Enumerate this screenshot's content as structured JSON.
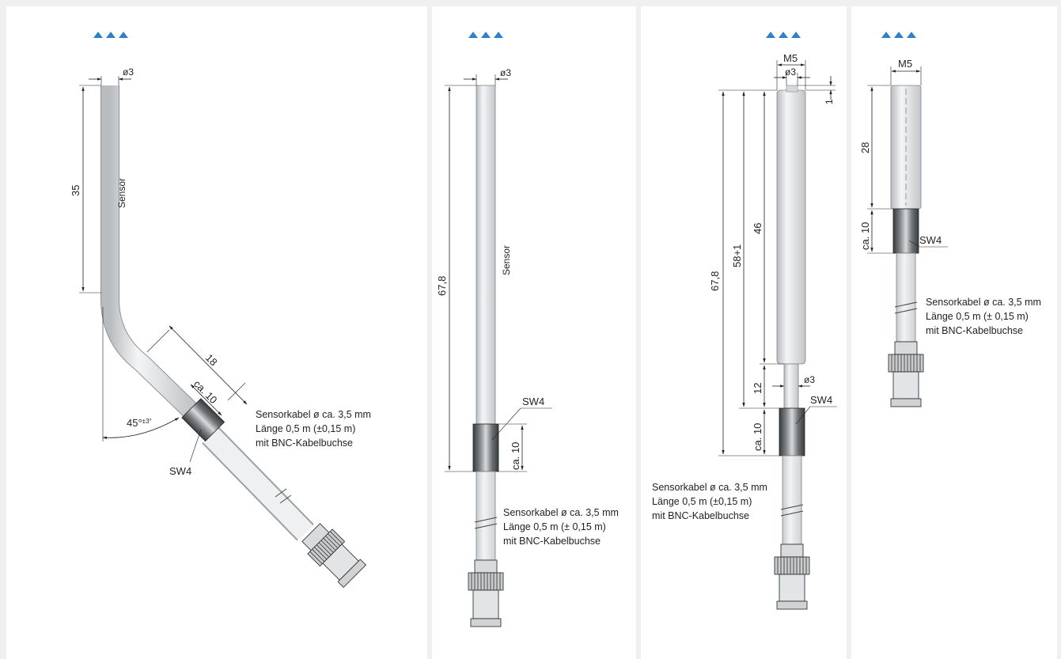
{
  "accent_color": "#2f7fc9",
  "triangle_icon": "triangle-up-icon",
  "panels": [
    {
      "id": "sensor-angled",
      "dims": {
        "diameter": "ø3",
        "sensor_length": "35",
        "bend_length": "18",
        "sleeve": "ca. 10",
        "angle": "45°",
        "angle_tol": "±3°",
        "wrench": "SW4"
      },
      "sensor_label": "Sensor",
      "note": [
        "Sensorkabel ø ca. 3,5 mm",
        "Länge 0,5 m (±0,15 m)",
        "mit BNC-Kabelbuchse"
      ]
    },
    {
      "id": "sensor-straight",
      "dims": {
        "diameter": "ø3",
        "total_length": "67,8",
        "sleeve": "ca. 10",
        "wrench": "SW4"
      },
      "sensor_label": "Sensor",
      "note": [
        "Sensorkabel ø ca. 3,5 mm",
        "Länge 0,5 m (± 0,15 m)",
        "mit BNC-Kabelbuchse"
      ]
    },
    {
      "id": "sensor-m5-long",
      "dims": {
        "thread": "M5",
        "diameter_top": "ø3",
        "tip": "1",
        "total_length": "67,8",
        "length_58": "58+1",
        "length_46": "46",
        "neck_length": "12",
        "diameter_neck": "ø3",
        "sleeve": "ca. 10",
        "wrench": "SW4"
      },
      "note": [
        "Sensorkabel ø ca. 3,5 mm",
        "Länge 0,5 m (±0,15 m)",
        "mit BNC-Kabelbuchse"
      ]
    },
    {
      "id": "sensor-m5-short",
      "dims": {
        "thread": "M5",
        "thread_length": "28",
        "sleeve": "ca. 10",
        "wrench": "SW4"
      },
      "note": [
        "Sensorkabel ø ca. 3,5 mm",
        "Länge 0,5 m (± 0,15 m)",
        "mit BNC-Kabelbuchse"
      ]
    }
  ]
}
